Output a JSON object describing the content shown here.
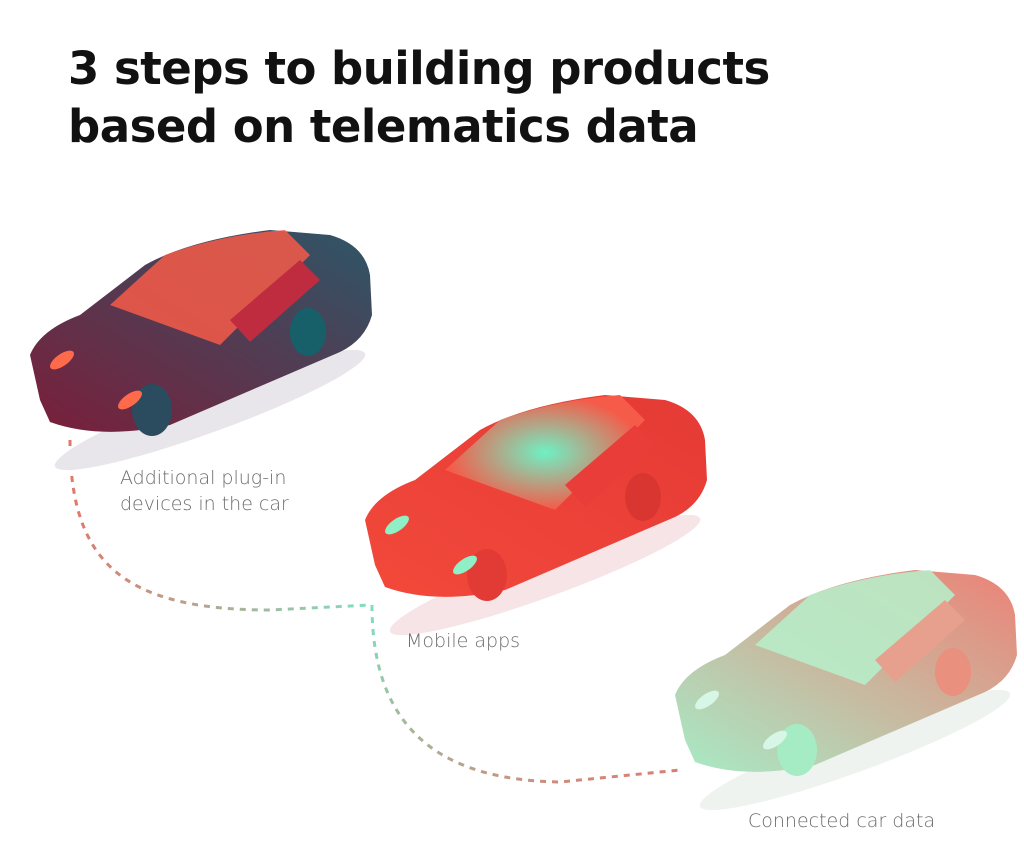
{
  "title": {
    "line1": "3 steps to building products",
    "line2": "based on telematics data"
  },
  "steps": [
    {
      "label_line1": "Additional plug-in",
      "label_line2": "devices in the car"
    },
    {
      "label_line1": "Mobile apps"
    },
    {
      "label_line1": "Connected car data"
    }
  ],
  "colors": {
    "title": "#111111",
    "label": "#6b6b6b",
    "car_dark_start": "#7b1e3a",
    "car_dark_end": "#2e5668",
    "car_red": "#f04a3c",
    "car_glow": "#6ff0c4",
    "car_light_start": "#a7ebc6",
    "car_light_end": "#e9847a",
    "path_red": "#e0786a",
    "path_mint": "#7ee0bd"
  },
  "icons": [
    "sports-car-icon",
    "sports-car-icon",
    "sports-car-icon"
  ]
}
